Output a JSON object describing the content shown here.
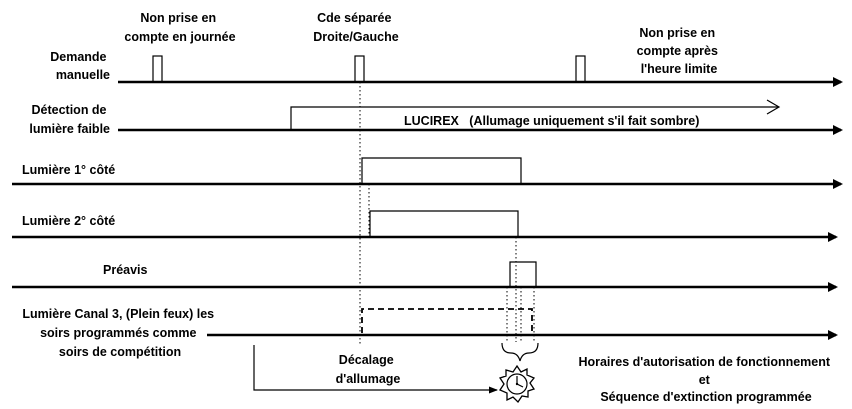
{
  "annotations": {
    "non_prise_journee": [
      "Non prise en",
      "compte en journée"
    ],
    "cde_separee": [
      "Cde séparée",
      "Droite/Gauche"
    ],
    "non_prise_apres": [
      "Non prise en",
      "compte après",
      "l'heure limite"
    ],
    "lucirex": "LUCIREX   (Allumage uniquement s'il fait sombre)",
    "decalage": [
      "Décalage",
      "d'allumage"
    ],
    "horaires": [
      "Horaires d'autorisation de fonctionnement",
      "et",
      "Séquence d'extinction programmée"
    ]
  },
  "rows": [
    {
      "id": "demande",
      "label": [
        "Demande",
        "manuelle"
      ]
    },
    {
      "id": "detection",
      "label": [
        "Détection de",
        "lumière faible"
      ]
    },
    {
      "id": "lumiere1",
      "label": [
        "Lumière 1° côté"
      ]
    },
    {
      "id": "lumiere2",
      "label": [
        "Lumière 2° côté"
      ]
    },
    {
      "id": "preavis",
      "label": [
        "Préavis"
      ]
    },
    {
      "id": "canal3",
      "label": [
        "Lumière Canal 3, (Plein feux) les",
        "soirs programmés comme",
        "soirs de compétition"
      ]
    }
  ],
  "icons": {
    "clock": "clock-icon"
  }
}
